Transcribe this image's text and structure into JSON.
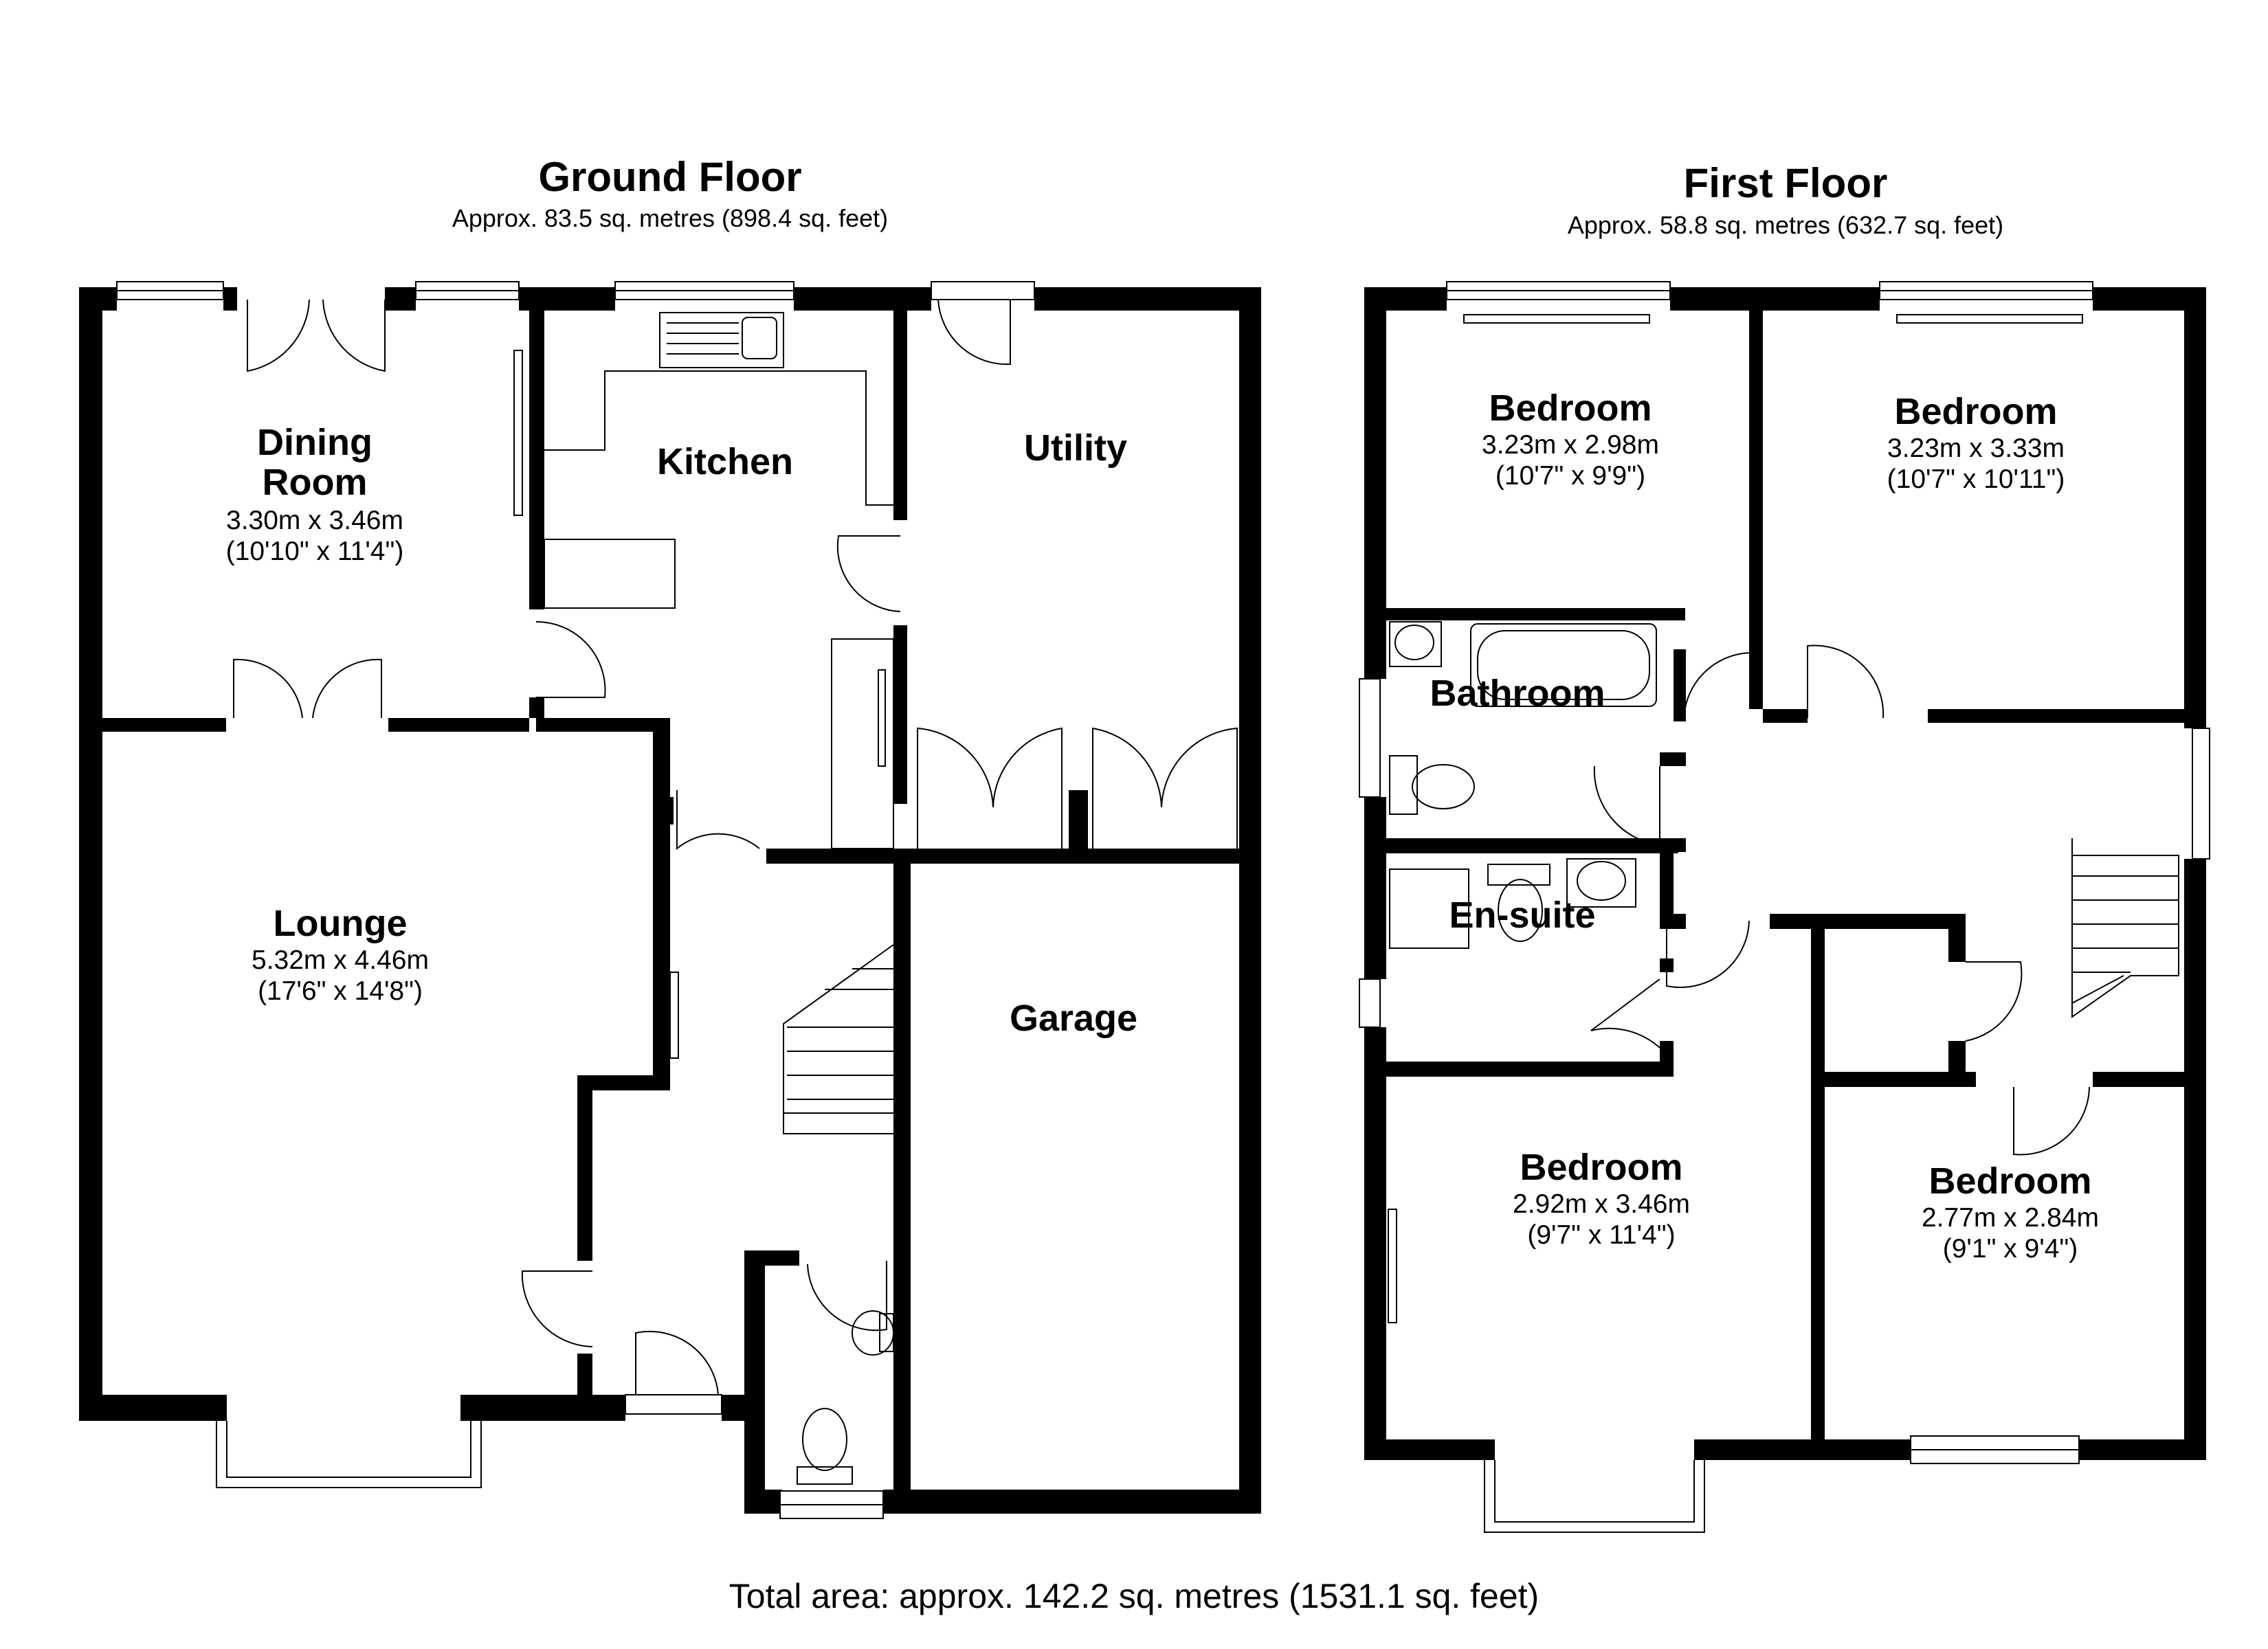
{
  "ground_floor": {
    "title": "Ground Floor",
    "area": "Approx. 83.5 sq. metres (898.4 sq. feet)",
    "rooms": {
      "dining": {
        "name1": "Dining",
        "name2": "Room",
        "metric": "3.30m x 3.46m",
        "imperial": "(10'10\" x 11'4\")"
      },
      "kitchen": {
        "name": "Kitchen"
      },
      "utility": {
        "name": "Utility"
      },
      "lounge": {
        "name": "Lounge",
        "metric": "5.32m x 4.46m",
        "imperial": "(17'6\" x 14'8\")"
      },
      "garage": {
        "name": "Garage"
      }
    }
  },
  "first_floor": {
    "title": "First Floor",
    "area": "Approx. 58.8 sq. metres (632.7 sq. feet)",
    "rooms": {
      "bedroom_tl": {
        "name": "Bedroom",
        "metric": "3.23m x 2.98m",
        "imperial": "(10'7\" x 9'9\")"
      },
      "bedroom_tr": {
        "name": "Bedroom",
        "metric": "3.23m x 3.33m",
        "imperial": "(10'7\" x 10'11\")"
      },
      "bathroom": {
        "name": "Bathroom"
      },
      "ensuite": {
        "name": "En-suite"
      },
      "bedroom_bl": {
        "name": "Bedroom",
        "metric": "2.92m x 3.46m",
        "imperial": "(9'7\" x 11'4\")"
      },
      "bedroom_br": {
        "name": "Bedroom",
        "metric": "2.77m x 2.84m",
        "imperial": "(9'1\" x 9'4\")"
      }
    }
  },
  "total_area": "Total area: approx. 142.2 sq. metres (1531.1 sq. feet)"
}
